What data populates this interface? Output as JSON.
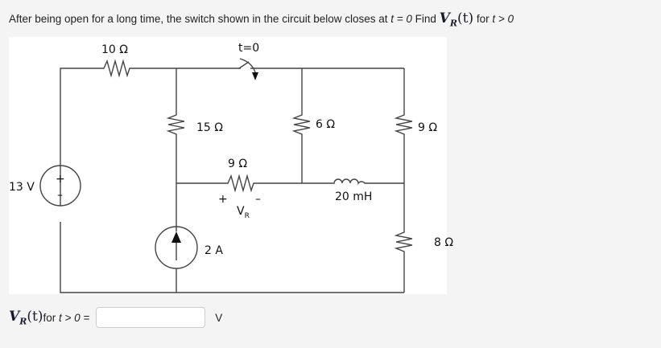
{
  "question": {
    "prefix": "After being open for a long time, the switch shown in the circuit below closes at ",
    "t_eq": "t = 0",
    "find": " Find ",
    "var_main": "V",
    "var_sub": "R",
    "var_arg": "(t)",
    "for": " for ",
    "cond": "t > 0"
  },
  "circuit": {
    "r1": "10 Ω",
    "switch_label": "t=0",
    "r2": "15 Ω",
    "r3": "6 Ω",
    "r4": "9 Ω",
    "r_vr": "9 Ω",
    "vr_plus": "+",
    "vr_minus": "–",
    "vr_main": "V",
    "vr_sub": "R",
    "inductor": "20 mH",
    "r5": "8 Ω",
    "vsource": "13 V",
    "vsource_plus": "+",
    "vsource_minus": "–",
    "isource": "2 A"
  },
  "answer": {
    "var_main": "V",
    "var_sub": "R",
    "var_arg": "(t)",
    "for": " for ",
    "cond": "t > 0 =",
    "value": "",
    "unit": "V"
  }
}
